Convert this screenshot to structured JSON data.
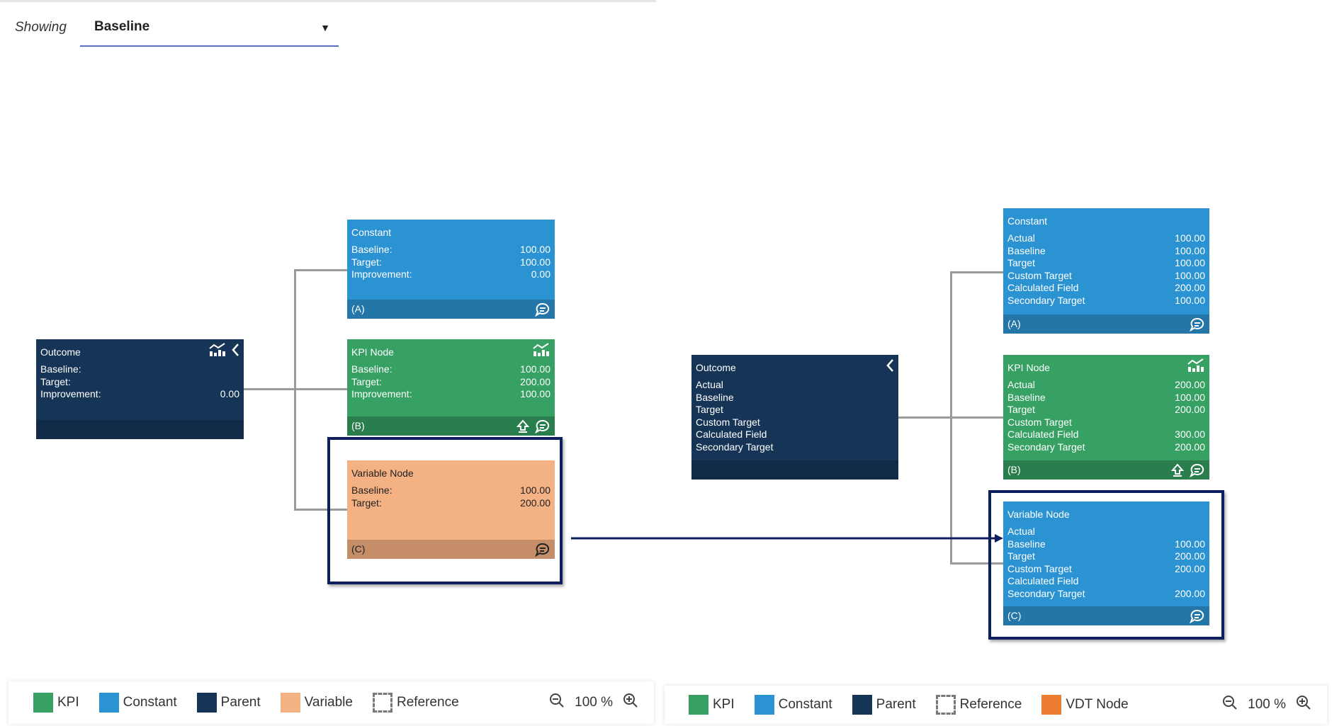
{
  "header": {
    "showing_label": "Showing",
    "selected_view": "Baseline"
  },
  "colors": {
    "kpi": "#37a063",
    "constant": "#2b93d1",
    "parent": "#163456",
    "variable": "#f4b183",
    "vdt_node": "#ed7d31",
    "highlight": "#0d1f5c"
  },
  "left_diagram": {
    "nodes": [
      {
        "id": "outcome",
        "type": "parent",
        "title": "Outcome",
        "header_icons": [
          "chart-icon",
          "chevron-left-icon"
        ],
        "rows": [
          {
            "label": "Baseline:",
            "value": ""
          },
          {
            "label": "Target:",
            "value": ""
          },
          {
            "label": "Improvement:",
            "value": "0.00"
          }
        ],
        "footer": "",
        "footer_icons": []
      },
      {
        "id": "constant",
        "type": "constant",
        "title": "Constant",
        "header_icons": [],
        "rows": [
          {
            "label": "Baseline:",
            "value": "100.00"
          },
          {
            "label": "Target:",
            "value": "100.00"
          },
          {
            "label": "Improvement:",
            "value": "0.00"
          }
        ],
        "footer": "(A)",
        "footer_icons": [
          "comment-icon"
        ]
      },
      {
        "id": "kpi",
        "type": "kpi",
        "title": "KPI Node",
        "header_icons": [
          "chart-icon"
        ],
        "rows": [
          {
            "label": "Baseline:",
            "value": "100.00"
          },
          {
            "label": "Target:",
            "value": "200.00"
          },
          {
            "label": "Improvement:",
            "value": "100.00"
          }
        ],
        "footer": "(B)",
        "footer_icons": [
          "upload-icon",
          "comment-icon"
        ]
      },
      {
        "id": "variable",
        "type": "variable",
        "title": "Variable Node",
        "header_icons": [],
        "rows": [
          {
            "label": "Baseline:",
            "value": "100.00"
          },
          {
            "label": "Target:",
            "value": "200.00"
          }
        ],
        "footer": "(C)",
        "footer_icons": [
          "comment-icon"
        ]
      }
    ],
    "legend": [
      {
        "label": "KPI",
        "color": "#37a063"
      },
      {
        "label": "Constant",
        "color": "#2b93d1"
      },
      {
        "label": "Parent",
        "color": "#163456"
      },
      {
        "label": "Variable",
        "color": "#f4b183"
      },
      {
        "label": "Reference",
        "color": "dashed"
      }
    ],
    "zoom": "100 %"
  },
  "right_diagram": {
    "nodes": [
      {
        "id": "outcome",
        "type": "parent",
        "title": "Outcome",
        "header_icons": [
          "chevron-left-icon"
        ],
        "rows": [
          {
            "label": "Actual",
            "value": ""
          },
          {
            "label": "Baseline",
            "value": ""
          },
          {
            "label": "Target",
            "value": ""
          },
          {
            "label": "Custom Target",
            "value": ""
          },
          {
            "label": "Calculated Field",
            "value": ""
          },
          {
            "label": "Secondary Target",
            "value": ""
          }
        ],
        "footer": "",
        "footer_icons": []
      },
      {
        "id": "constant",
        "type": "constant",
        "title": "Constant",
        "header_icons": [],
        "rows": [
          {
            "label": "Actual",
            "value": "100.00"
          },
          {
            "label": "Baseline",
            "value": "100.00"
          },
          {
            "label": "Target",
            "value": "100.00"
          },
          {
            "label": "Custom Target",
            "value": "100.00"
          },
          {
            "label": "Calculated Field",
            "value": "200.00"
          },
          {
            "label": "Secondary Target",
            "value": "100.00"
          }
        ],
        "footer": "(A)",
        "footer_icons": [
          "comment-icon"
        ]
      },
      {
        "id": "kpi",
        "type": "kpi",
        "title": "KPI Node",
        "header_icons": [
          "chart-icon"
        ],
        "rows": [
          {
            "label": "Actual",
            "value": "200.00"
          },
          {
            "label": "Baseline",
            "value": "100.00"
          },
          {
            "label": "Target",
            "value": "200.00"
          },
          {
            "label": "Custom Target",
            "value": ""
          },
          {
            "label": "Calculated Field",
            "value": "300.00"
          },
          {
            "label": "Secondary Target",
            "value": "200.00"
          }
        ],
        "footer": "(B)",
        "footer_icons": [
          "upload-icon",
          "comment-icon"
        ]
      },
      {
        "id": "variable",
        "type": "constant",
        "title": "Variable Node",
        "header_icons": [],
        "rows": [
          {
            "label": "Actual",
            "value": ""
          },
          {
            "label": "Baseline",
            "value": "100.00"
          },
          {
            "label": "Target",
            "value": "200.00"
          },
          {
            "label": "Custom Target",
            "value": "200.00"
          },
          {
            "label": "Calculated Field",
            "value": ""
          },
          {
            "label": "Secondary Target",
            "value": "200.00"
          }
        ],
        "footer": "(C)",
        "footer_icons": [
          "comment-icon"
        ]
      }
    ],
    "legend": [
      {
        "label": "KPI",
        "color": "#37a063"
      },
      {
        "label": "Constant",
        "color": "#2b93d1"
      },
      {
        "label": "Parent",
        "color": "#163456"
      },
      {
        "label": "Reference",
        "color": "dashed"
      },
      {
        "label": "VDT Node",
        "color": "#ed7d31"
      }
    ],
    "zoom": "100 %"
  }
}
